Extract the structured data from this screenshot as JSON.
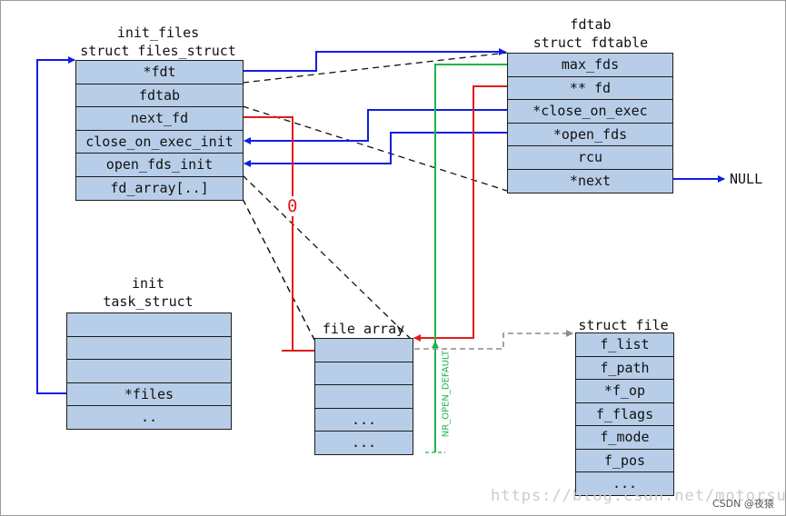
{
  "init_files": {
    "title_line1": "init_files",
    "title_line2": "struct files_struct",
    "fields": [
      "*fdt",
      "fdtab",
      "next_fd",
      "close_on_exec_init",
      "open_fds_init",
      "fd_array[..]"
    ]
  },
  "fdtab": {
    "title_line1": "fdtab",
    "title_line2": "struct fdtable",
    "fields": [
      "max_fds",
      "** fd",
      "*close_on_exec",
      "*open_fds",
      "rcu",
      "*next"
    ]
  },
  "init_task": {
    "title_line1": "init",
    "title_line2": "task_struct",
    "fields": [
      "",
      "",
      "",
      "*files",
      ".."
    ]
  },
  "file_array": {
    "title": "file array",
    "fields": [
      "",
      "",
      "",
      "...",
      "..."
    ]
  },
  "struct_file": {
    "title": "struct file",
    "fields": [
      "f_list",
      "f_path",
      "*f_op",
      "f_flags",
      "f_mode",
      "f_pos",
      "..."
    ]
  },
  "labels": {
    "null": "NULL",
    "zero": "0",
    "nr_open_default": "NR_OPEN_DEFAULT"
  },
  "watermark": "https://blog.csdn.net/motorsun",
  "credit": "CSDN @夜猿",
  "colors": {
    "box_fill": "#b8cde8",
    "pointer_blue": "#0f1ee6",
    "index_red": "#e01b1b",
    "size_green": "#1fb34a",
    "link_gray": "#8c8c8c"
  }
}
